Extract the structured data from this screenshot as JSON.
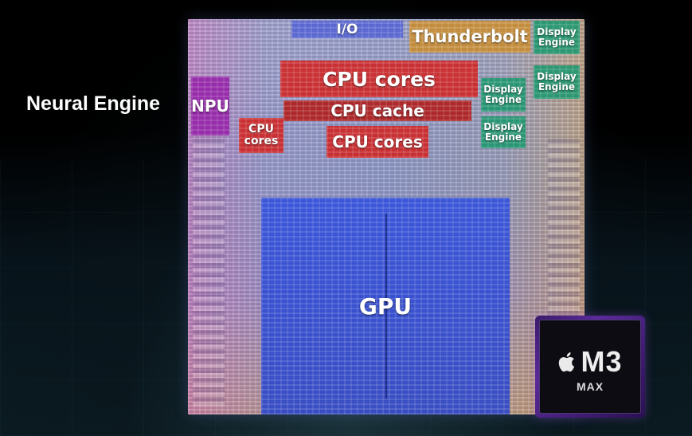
{
  "diagram": {
    "outside_label": "Neural Engine",
    "blocks": {
      "io": "I/O",
      "thunderbolt": "Thunderbolt",
      "display_engine": "Display Engine",
      "cpu_cores": "CPU cores",
      "cpu_cache": "CPU cache",
      "npu": "NPU",
      "gpu": "GPU"
    }
  },
  "badge": {
    "logo": "apple-icon",
    "model": "M3",
    "variant": "MAX"
  },
  "colors": {
    "cpu": "#cd2828",
    "gpu": "#3250dc",
    "npu": "#9628aa",
    "display_engine": "#1e966e",
    "thunderbolt": "#c88c32",
    "io": "#505fd2"
  }
}
